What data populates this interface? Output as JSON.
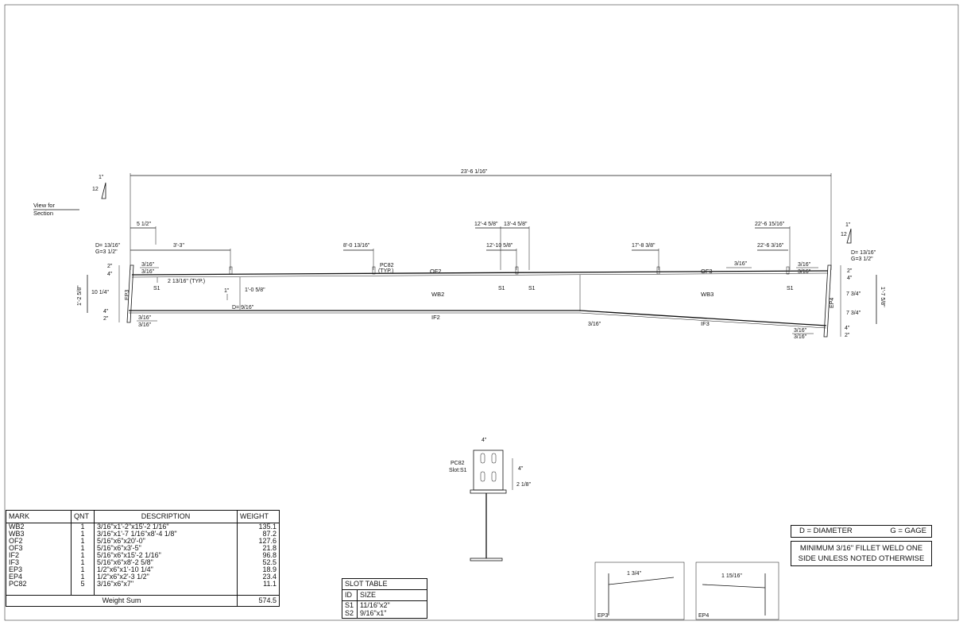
{
  "view": {
    "label_line1": "View for",
    "label_line2": "Section"
  },
  "slope": {
    "rise": "1\"",
    "run": "12"
  },
  "overall_dim": "23'-6 1/16\"",
  "dims": {
    "d1": "5 1/2\"",
    "d2": "3'-3\"",
    "d3": "8'-0 13/16\"",
    "d4": "12'-4 5/8\"",
    "d5": "13'-4 5/8\"",
    "d6": "12'-10 5/8\"",
    "d7": "17'-8 3/8\"",
    "d8": "22'-6 15/16\"",
    "d9": "22'-6 3/16\"",
    "left_height": "1'-2 5/8\"",
    "left_10": "10 1/4\"",
    "left_2a": "2\"",
    "left_4a": "4\"",
    "left_4b": "4\"",
    "left_2b": "2\"",
    "right_height": "1'-7 5/8\"",
    "right_2a": "2\"",
    "right_4a": "4\"",
    "right_73a": "7 3/4\"",
    "right_73b": "7 3/4\"",
    "right_4b": "4\"",
    "right_2b": "2\"",
    "hole_spacing": "2 13/16\" (TYP.)",
    "hole_dia_h": "1'-0 5/8\"",
    "one_inch": "1\"",
    "d_916": "D= 9/16\"",
    "w1": "3/16\"",
    "w2": "3/16\"",
    "w3": "3/16\"",
    "w4": "3/16\"",
    "w5": "3/16\"",
    "w6": "3/16\"",
    "w7": "3/16\"",
    "w8": "3/16\"",
    "w9": "3/16\"",
    "w10": "3/16\"",
    "w11": "3/16\""
  },
  "gage_left": {
    "d": "D= 13/16\"",
    "g": "G=3 1/2\""
  },
  "gage_right": {
    "d": "D= 13/16\"",
    "g": "G=3 1/2\""
  },
  "labels": {
    "of2": "OF2",
    "of3": "OF3",
    "wb2": "WB2",
    "wb3": "WB3",
    "if2": "IF2",
    "if3": "IF3",
    "ep3": "EP3",
    "ep4": "EP4",
    "pc82": "PC82",
    "typ": "(TYP.)",
    "s1a": "S1",
    "s1b": "S1",
    "s1c": "S1",
    "s1d": "S1"
  },
  "detail": {
    "mark": "PC82",
    "slot": "Slot:S1",
    "w": "4\"",
    "h1": "4\"",
    "h2": "2 1/8\""
  },
  "bom": {
    "headers": [
      "MARK",
      "QNT",
      "DESCRIPTION",
      "WEIGHT"
    ],
    "rows": [
      [
        "WB2",
        "1",
        "3/16\"x1'-2\"x15'-2 1/16\"",
        "135.1"
      ],
      [
        "WB3",
        "1",
        "3/16\"x1'-7 1/16\"x8'-4 1/8\"",
        "87.2"
      ],
      [
        "OF2",
        "1",
        "5/16\"x6\"x20'-0\"",
        "127.6"
      ],
      [
        "OF3",
        "1",
        "5/16\"x6\"x3'-5\"",
        "21.8"
      ],
      [
        "IF2",
        "1",
        "5/16\"x6\"x15'-2 1/16\"",
        "96.8"
      ],
      [
        "IF3",
        "1",
        "5/16\"x6\"x8'-2 5/8\"",
        "52.5"
      ],
      [
        "EP3",
        "1",
        "1/2\"x6\"x1'-10 1/4\"",
        "18.9"
      ],
      [
        "EP4",
        "1",
        "1/2\"x6\"x2'-3 1/2\"",
        "23.4"
      ],
      [
        "PC82",
        "5",
        "3/16\"x6\"x7\"",
        "11.1"
      ]
    ],
    "sum_label": "Weight Sum",
    "sum_value": "574.5"
  },
  "slot_table": {
    "title": "SLOT TABLE",
    "headers": [
      "ID",
      "SIZE"
    ],
    "rows": [
      [
        "S1",
        "11/16\"x2\""
      ],
      [
        "S2",
        "9/16\"x1\""
      ]
    ]
  },
  "mini_details": {
    "ep3": {
      "label": "EP3",
      "dim": "1 3/4\""
    },
    "ep4": {
      "label": "EP4",
      "dim": "1 15/16\""
    }
  },
  "legend": {
    "diameter": "D = DIAMETER",
    "gage": "G = GAGE",
    "note_line1": "MINIMUM 3/16\" FILLET WELD ONE",
    "note_line2": "SIDE UNLESS NOTED OTHERWISE"
  }
}
